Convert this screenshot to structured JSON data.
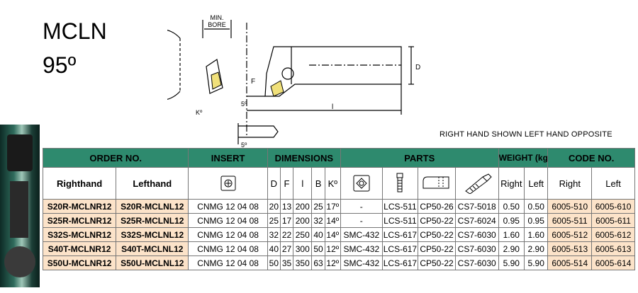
{
  "product": {
    "name": "MCLN",
    "angle": "95º"
  },
  "drawing": {
    "min_bore": "MIN.",
    "bore": "BORE",
    "d": "D",
    "f": "F",
    "l": "l",
    "k": "Kº",
    "a1": "5º",
    "a2": "5º"
  },
  "note": "RIGHT HAND SHOWN LEFT HAND OPPOSITE",
  "headers": {
    "order_no": "ORDER NO.",
    "insert": "INSERT",
    "dimensions": "DIMENSIONS",
    "parts": "PARTS",
    "weight": "WEIGHT (kg)",
    "code_no": "CODE NO.",
    "righthand": "Righthand",
    "lefthand": "Lefthand",
    "D": "D",
    "F": "F",
    "l": "l",
    "B": "B",
    "K": "Kº",
    "w_right": "Right",
    "w_left": "Left",
    "c_right": "Right",
    "c_left": "Left"
  },
  "icons": [
    "insert-icon",
    "shim-icon",
    "screw-icon",
    "clamp-icon",
    "pin-icon"
  ],
  "rows": [
    [
      "S20R-MCLNR12",
      "S20R-MCLNL12",
      "CNMG 12 04 08",
      "20",
      "13",
      "200",
      "25",
      "17º",
      "-",
      "LCS-511",
      "CP50-26",
      "CS7-5018",
      "0.50",
      "0.50",
      "6005-510",
      "6005-610"
    ],
    [
      "S25R-MCLNR12",
      "S25R-MCLNL12",
      "CNMG 12 04 08",
      "25",
      "17",
      "200",
      "32",
      "14º",
      "-",
      "LCS-511",
      "CP50-22",
      "CS7-6024",
      "0.95",
      "0.95",
      "6005-511",
      "6005-611"
    ],
    [
      "S32S-MCLNR12",
      "S32S-MCLNL12",
      "CNMG 12 04 08",
      "32",
      "22",
      "250",
      "40",
      "14º",
      "SMC-432",
      "LCS-617",
      "CP50-22",
      "CS7-6030",
      "1.60",
      "1.60",
      "6005-512",
      "6005-612"
    ],
    [
      "S40T-MCLNR12",
      "S40T-MCLNL12",
      "CNMG 12 04 08",
      "40",
      "27",
      "300",
      "50",
      "12º",
      "SMC-432",
      "LCS-617",
      "CP50-22",
      "CS7-6030",
      "2.90",
      "2.90",
      "6005-513",
      "6005-613"
    ],
    [
      "S50U-MCLNR12",
      "S50U-MCLNL12",
      "CNMG 12 04 08",
      "50",
      "35",
      "350",
      "63",
      "12º",
      "SMC-432",
      "LCS-617",
      "CP50-22",
      "CS7-6030",
      "5.90",
      "5.90",
      "6005-514",
      "6005-614"
    ]
  ]
}
